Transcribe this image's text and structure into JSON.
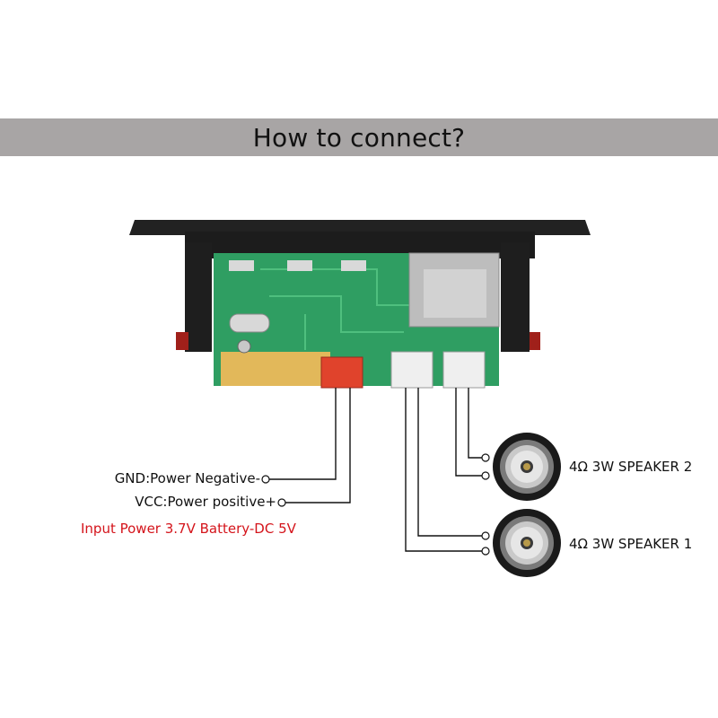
{
  "header": {
    "title": "How to connect?"
  },
  "labels": {
    "gnd": "GND:Power Negative-",
    "vcc": "VCC:Power positive+",
    "input_power": "Input Power 3.7V Battery-DC 5V",
    "speaker2": "4Ω 3W SPEAKER 2",
    "speaker1": "4Ω 3W SPEAKER 1"
  },
  "colors": {
    "banner": "#a8a5a5",
    "pcb": "#2f9e62",
    "accent_red": "#d4141b",
    "connector_power": "#e0432c"
  }
}
